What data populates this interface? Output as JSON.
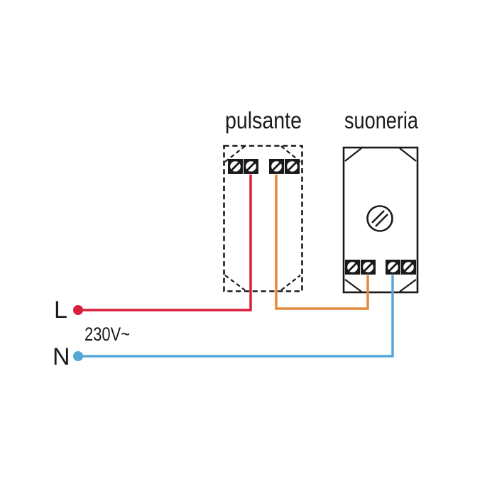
{
  "palette": {
    "ink": "#1a1a1a",
    "background": "#ffffff",
    "line_color": "#d81f3b",
    "switched_color": "#e58a3d",
    "neutral_color": "#56a7d8"
  },
  "components": [
    {
      "label": "pulsante",
      "terminals": 4
    },
    {
      "label": "suoneria",
      "terminals": 4
    }
  ],
  "supply": {
    "line_label": "L",
    "neutral_label": "N",
    "voltage_label": "230V~"
  },
  "wires": [
    {
      "name": "line",
      "color": "#d81f3b",
      "from": "L",
      "to": "pulsante"
    },
    {
      "name": "switched",
      "color": "#e58a3d",
      "from": "pulsante",
      "to": "suoneria"
    },
    {
      "name": "neutral",
      "color": "#56a7d8",
      "from": "N",
      "to": "suoneria"
    }
  ]
}
